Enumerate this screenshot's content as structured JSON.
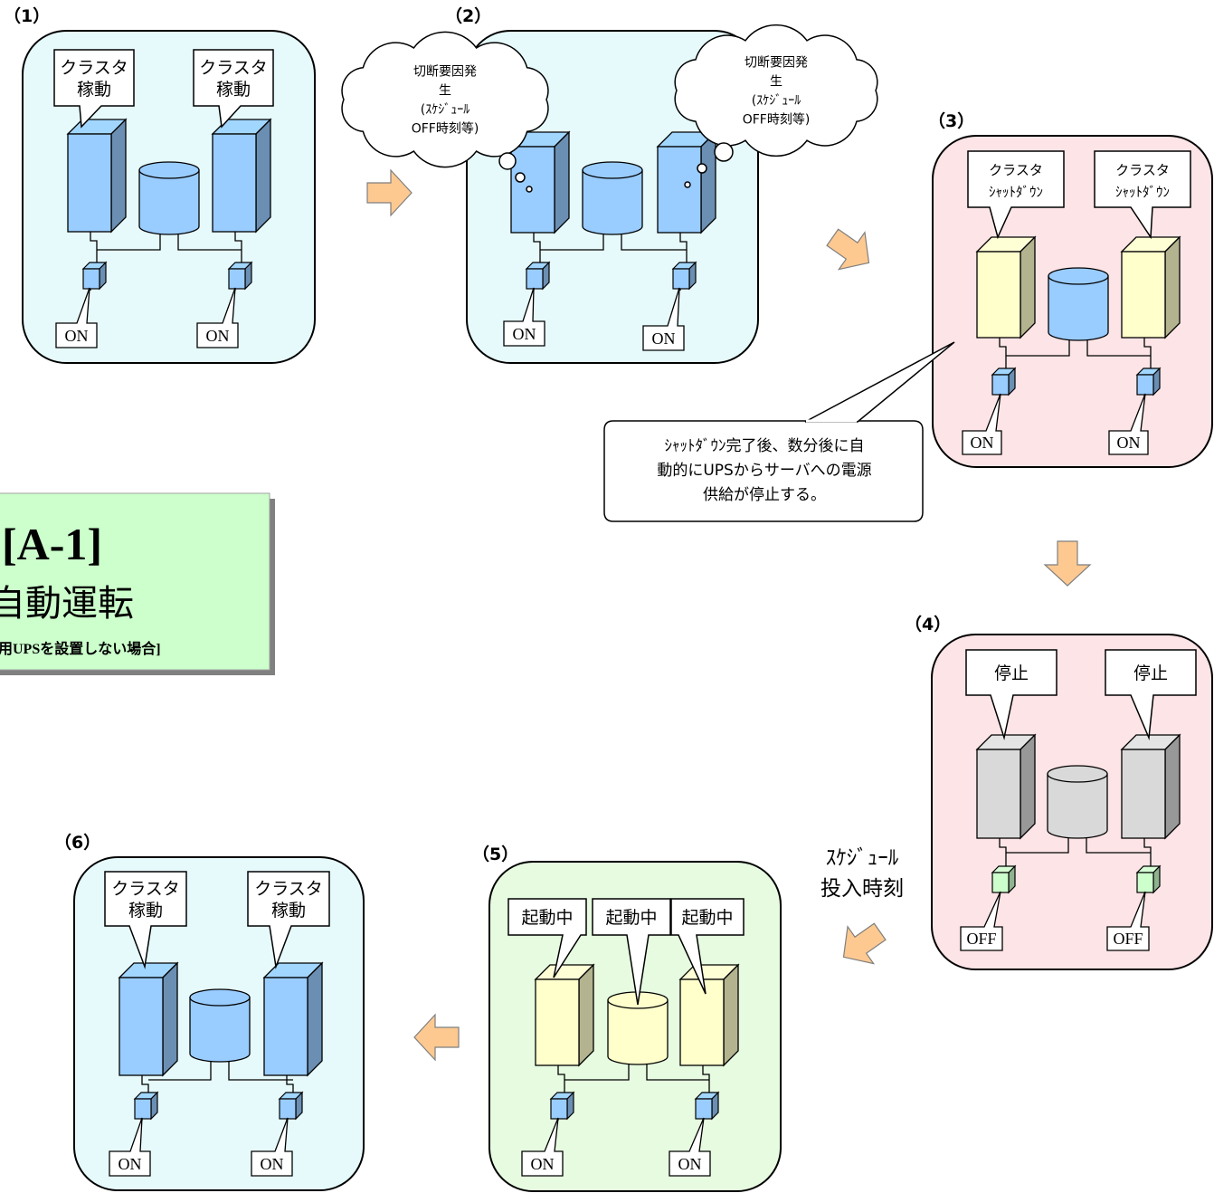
{
  "colors": {
    "blue_panel": "#e6fafc",
    "pink_panel": "#fde4e6",
    "green_panel": "#e6fbe0",
    "server_blue": "#99ccff",
    "server_yellow": "#ffffcc",
    "server_gray": "#d9d9d9",
    "switch_blue": "#99ccff",
    "switch_green": "#ccffcc",
    "arrow": "#fdc990",
    "title_box": "#ccffcc"
  },
  "title": {
    "code": "[A-1]",
    "main": "自動運転",
    "sub": "用UPSを設置しない場合]"
  },
  "panels": {
    "p1": {
      "label": "（1）",
      "callout_left": "クラスタ\n稼動",
      "callout_right": "クラスタ\n稼動",
      "switch_left": "ON",
      "switch_right": "ON"
    },
    "p2": {
      "label": "（2）",
      "cloud_left": "切断要因発\n生\n(ｽｹｼﾞｭｰﾙ\nOFF時刻等)",
      "cloud_right": "切断要因発\n生\n(ｽｹｼﾞｭｰﾙ\nOFF時刻等)",
      "switch_left": "ON",
      "switch_right": "ON"
    },
    "p3": {
      "label": "（3）",
      "callout_left": "クラスタ\nｼｬｯﾄﾀﾞｳﾝ",
      "callout_right": "クラスタ\nｼｬｯﾄﾀﾞｳﾝ",
      "switch_left": "ON",
      "switch_right": "ON"
    },
    "p4": {
      "label": "（4）",
      "callout_left": "停止",
      "callout_right": "停止",
      "switch_left": "OFF",
      "switch_right": "OFF"
    },
    "p5": {
      "label": "（5）",
      "callout_left": "起動中",
      "callout_mid": "起動中",
      "callout_right": "起動中",
      "switch_left": "ON",
      "switch_right": "ON"
    },
    "p6": {
      "label": "（6）",
      "callout_left": "クラスタ\n稼動",
      "callout_right": "クラスタ\n稼動",
      "switch_left": "ON",
      "switch_right": "ON"
    }
  },
  "note": "ｼｬｯﾄﾀﾞｳﾝ完了後、数分後に自\n動的にUPSからサーバへの電源\n供給が停止する。",
  "schedule_label": "ｽｹｼﾞｭｰﾙ\n投入時刻"
}
